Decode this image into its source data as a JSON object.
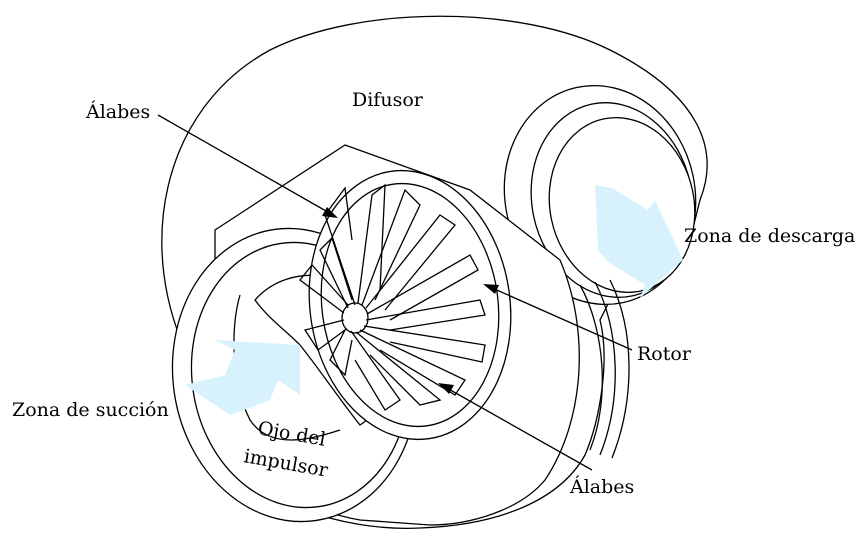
{
  "labels": {
    "difusor": "Difusor",
    "alabes_top": "Álabes",
    "zona_descarga": "Zona de descarga",
    "rotor": "Rotor",
    "zona_succion": "Zona de succión",
    "ojo_line1": "Ojo del",
    "ojo_line2": "impulsor",
    "alabes_bottom": "Álabes"
  },
  "colors": {
    "flow_arrow": "#d7f2fc",
    "stroke": "#000000",
    "background": "#ffffff"
  }
}
